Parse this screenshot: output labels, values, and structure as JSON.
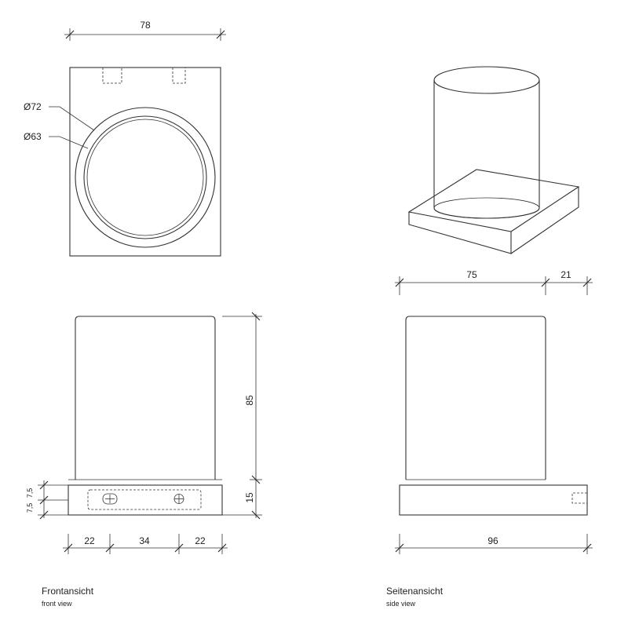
{
  "front_view": {
    "caption": "Frontansicht",
    "subcaption": "front view",
    "dims": {
      "height_glass": "85",
      "height_base": "15",
      "left_offset": "22",
      "hole_spacing": "34",
      "right_offset": "22",
      "base_split_top": "7,5",
      "base_split_bottom": "7,5"
    }
  },
  "side_view": {
    "caption": "Seitenansicht",
    "subcaption": "side view",
    "dims": {
      "depth": "96",
      "glass_depth": "75",
      "rear_offset": "21"
    }
  },
  "top_view": {
    "dims": {
      "width": "78",
      "outer_diameter": "Ø72",
      "inner_diameter": "Ø63"
    }
  },
  "colors": {
    "line": "#333333",
    "background": "#ffffff"
  }
}
